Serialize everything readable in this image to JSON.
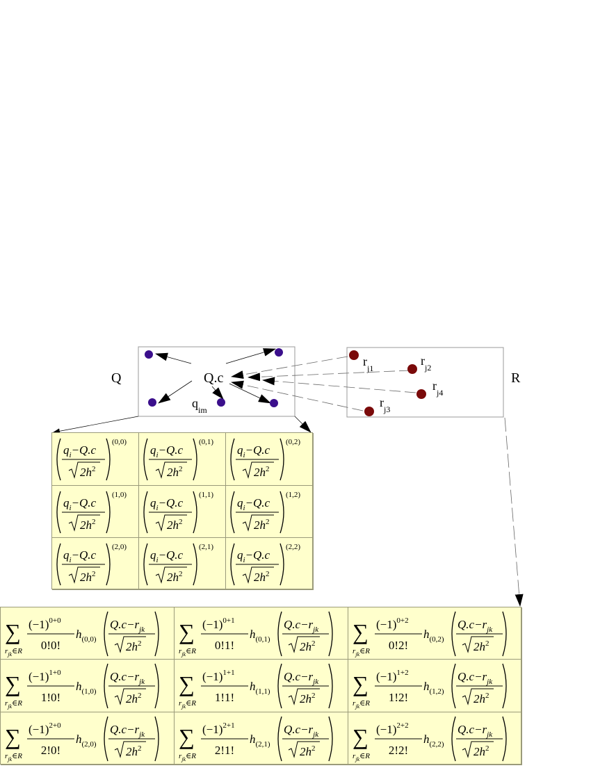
{
  "labels": {
    "Q": "Q",
    "R": "R",
    "center": "Q.c",
    "q_base": "q",
    "q_sub": "im",
    "r_base": "r",
    "r1_sub": "j1",
    "r2_sub": "j2",
    "r3_sub": "j3",
    "r4_sub": "j4"
  },
  "colors": {
    "q_point": "#3b0f8c",
    "r_point": "#7a0a0a",
    "cell_fill": "#ffffcc",
    "border": "#9a9a7a"
  },
  "expansion_grid": {
    "numerator": "q",
    "numerator_sub": "i",
    "numerator_rest": "−Q.c",
    "denominator": "2h",
    "denominator_sup": "2",
    "exponents": [
      [
        "(0,0)",
        "(0,1)",
        "(0,2)"
      ],
      [
        "(1,0)",
        "(1,1)",
        "(1,2)"
      ],
      [
        "(2,0)",
        "(2,1)",
        "(2,2)"
      ]
    ]
  },
  "coeff_grid": {
    "sum_symbol": "∑",
    "sum_sub_r": "r",
    "sum_sub_jk": "jk",
    "sum_sub_rest": "∈R",
    "neg_one": "(−1)",
    "h": "h",
    "arg_numerator": "Q.c−r",
    "arg_sub": "jk",
    "arg_denominator": "2h",
    "arg_denominator_sup": "2",
    "cells": [
      [
        {
          "exp": "0+0",
          "fact": "0!0!",
          "sub": "(0,0)"
        },
        {
          "exp": "0+1",
          "fact": "0!1!",
          "sub": "(0,1)"
        },
        {
          "exp": "0+2",
          "fact": "0!2!",
          "sub": "(0,2)"
        }
      ],
      [
        {
          "exp": "1+0",
          "fact": "1!0!",
          "sub": "(1,0)"
        },
        {
          "exp": "1+1",
          "fact": "1!1!",
          "sub": "(1,1)"
        },
        {
          "exp": "1+2",
          "fact": "1!2!",
          "sub": "(1,2)"
        }
      ],
      [
        {
          "exp": "2+0",
          "fact": "2!0!",
          "sub": "(2,0)"
        },
        {
          "exp": "2+1",
          "fact": "2!1!",
          "sub": "(2,1)"
        },
        {
          "exp": "2+2",
          "fact": "2!2!",
          "sub": "(2,2)"
        }
      ]
    ]
  }
}
